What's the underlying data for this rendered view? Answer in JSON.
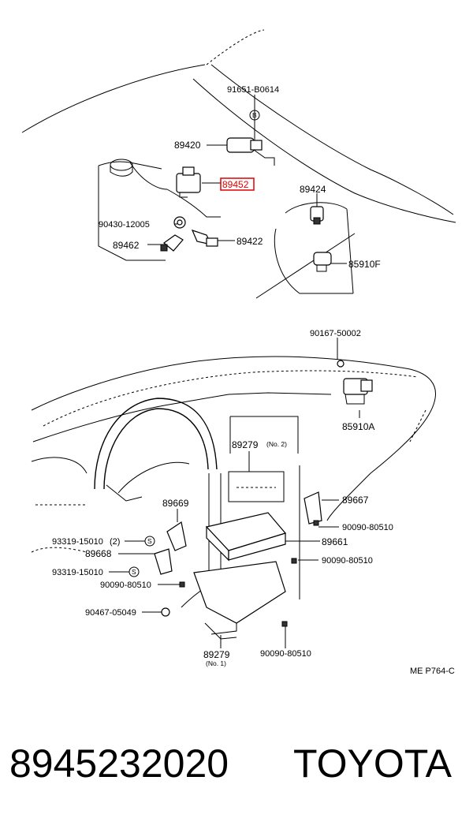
{
  "parts": {
    "p91651": "91651-B0614",
    "p89420": "89420",
    "p89452": "89452",
    "p89424": "89424",
    "p90430": "90430-12005",
    "p89462": "89462",
    "p89422": "89422",
    "p85910F": "85910F",
    "p90167": "90167-50002",
    "p85910A": "85910A",
    "p89279a": "89279",
    "p89279a_note": "(No. 2)",
    "p89669": "89669",
    "p89667": "89667",
    "p93319a": "93319-15010",
    "p93319a_note": "(2)",
    "p90090a": "90090-80510",
    "p89668": "89668",
    "p89661": "89661",
    "p93319b": "93319-15010",
    "p90090b": "90090-80510",
    "p90090c": "90090-80510",
    "p90467": "90467-05049",
    "p89279b": "89279",
    "p89279b_note": "(No. 1)",
    "p90090d": "90090-80510"
  },
  "markers": {
    "b": "B",
    "s": "S"
  },
  "figure_code": "ME P764-C",
  "footer": {
    "part_number": "8945232020",
    "brand": "TOYOTA"
  },
  "colors": {
    "highlight": "#e00000",
    "line": "#000000",
    "background": "#ffffff"
  },
  "highlighted_part": "89452"
}
